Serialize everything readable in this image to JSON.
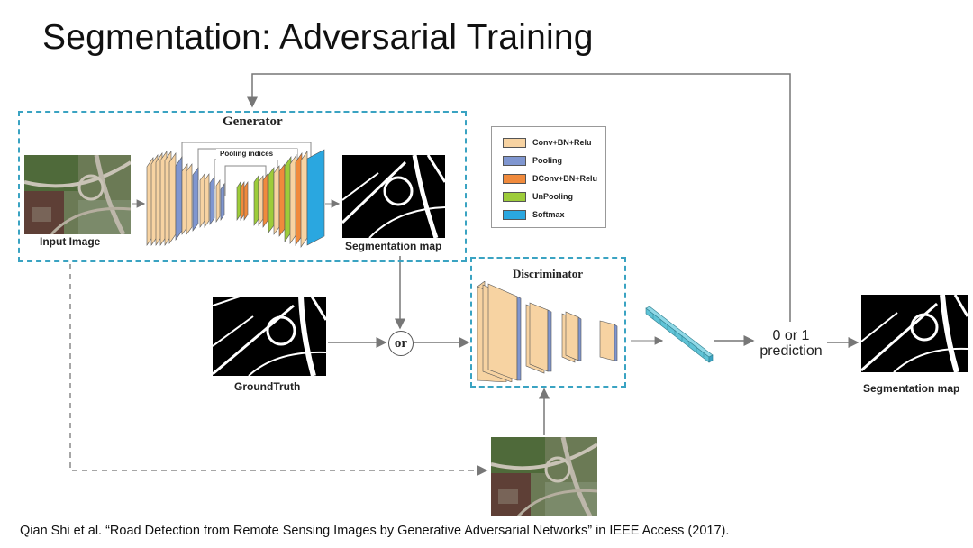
{
  "slide": {
    "title": "Segmentation: Adversarial Training",
    "citation": "Qian Shi et al. “Road Detection from Remote Sensing Images by Generative Adversarial Networks” in IEEE Access (2017)."
  },
  "generator": {
    "title": "Generator",
    "pooling_indices_label": "Pooling indices",
    "input_label": "Input Image",
    "output_label": "Segmentation map"
  },
  "legend": {
    "items": [
      {
        "label": "Conv+BN+Relu",
        "color": "#f7d3a2"
      },
      {
        "label": "Pooling",
        "color": "#7f96d0"
      },
      {
        "label": "DConv+BN+Relu",
        "color": "#f08a3c"
      },
      {
        "label": "UnPooling",
        "color": "#9dcc3a"
      },
      {
        "label": "Softmax",
        "color": "#2aa7e0"
      }
    ]
  },
  "discriminator": {
    "title": "Discriminator"
  },
  "ground_truth_label": "GroundTruth",
  "or_label": "or",
  "prediction": {
    "line1": "0 or 1",
    "line2": "prediction"
  },
  "result_label": "Segmentation map",
  "colors": {
    "accent_dashed": "#3aa3c2",
    "arrow": "#777777",
    "conv": "#f7d3a2",
    "pooling": "#7f96d0",
    "dconv": "#f08a3c",
    "unpooling": "#9dcc3a",
    "softmax": "#2aa7e0",
    "fc_vector": "#5fc3d6"
  }
}
